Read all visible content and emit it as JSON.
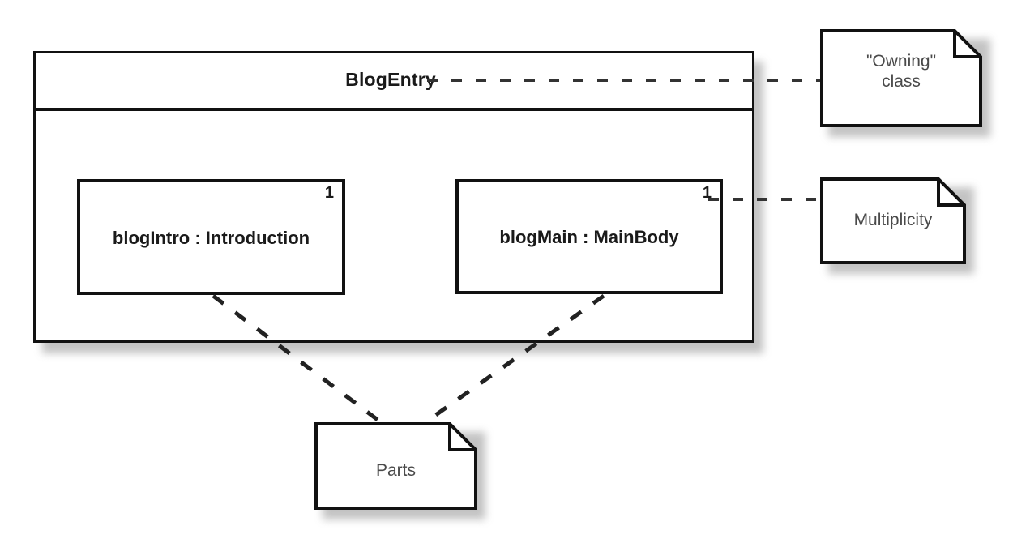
{
  "diagram": {
    "type": "uml-composite-structure",
    "title": "BlogEntry",
    "owner_class": {
      "name": "BlogEntry",
      "parts": [
        {
          "label": "blogIntro : Introduction",
          "multiplicity": "1"
        },
        {
          "label": "blogMain : MainBody",
          "multiplicity": "1"
        }
      ]
    },
    "notes": [
      {
        "id": "owning",
        "line1": "\"Owning\"",
        "line2": "class"
      },
      {
        "id": "multiplicity",
        "line1": "Multiplicity",
        "line2": ""
      },
      {
        "id": "parts",
        "line1": "Parts",
        "line2": ""
      }
    ],
    "colors": {
      "stroke": "#111111",
      "note_text": "#4a4a4a",
      "background": "#ffffff",
      "shadow": "#b9b9b9"
    }
  }
}
